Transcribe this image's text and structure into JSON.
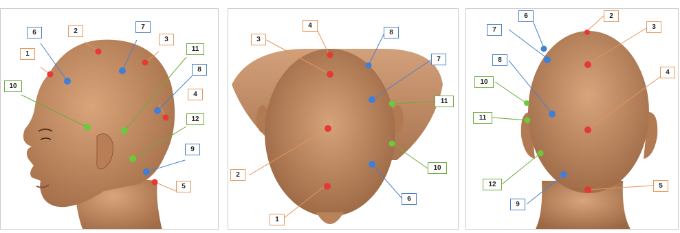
{
  "colors": {
    "red": "#e53935",
    "blue": "#3f7fd6",
    "green": "#6cc93b",
    "orange_border": "#e6955a",
    "blue_border": "#4a7fc7",
    "green_border": "#6cab3a",
    "skin": "#c99166",
    "skin_dark": "#9f6a44"
  },
  "panels": {
    "side": {
      "labels": [
        "1",
        "2",
        "3",
        "4",
        "5",
        "6",
        "7",
        "8",
        "9",
        "10",
        "11",
        "12"
      ]
    },
    "top": {
      "labels": [
        "1",
        "2",
        "3",
        "4",
        "6",
        "7",
        "8",
        "10",
        "11"
      ]
    },
    "back": {
      "labels": [
        "2",
        "3",
        "4",
        "5",
        "6",
        "7",
        "8",
        "9",
        "10",
        "11",
        "12"
      ]
    }
  }
}
